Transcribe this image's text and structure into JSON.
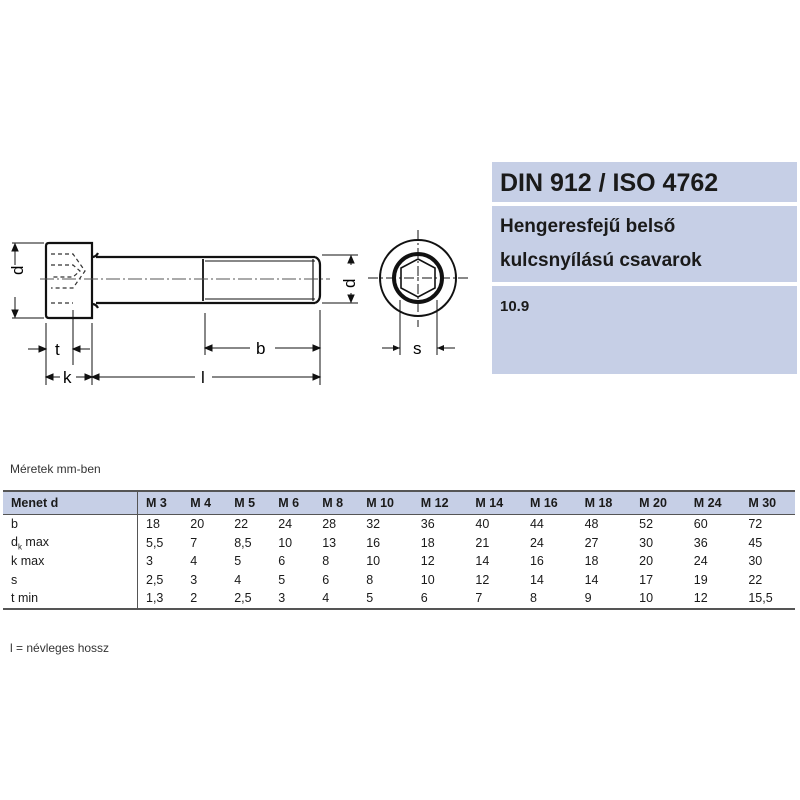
{
  "title_block": {
    "standard": "DIN 912 / ISO 4762",
    "description_line1": "Hengeresfejű belső",
    "description_line2": "kulcsnyílású csavarok",
    "strength_class": "10.9",
    "background_color": "#c6cfe6"
  },
  "drawing": {
    "labels": {
      "dk": "d",
      "dk_sub": "k",
      "d": "d",
      "t": "t",
      "k": "k",
      "b": "b",
      "l": "l",
      "s": "s"
    }
  },
  "caption": "Méretek mm-ben",
  "table": {
    "header_label": "Menet d",
    "columns": [
      "M 3",
      "M 4",
      "M 5",
      "M 6",
      "M 8",
      "M 10",
      "M 12",
      "M 14",
      "M 16",
      "M 18",
      "M 20",
      "M 24",
      "M 30"
    ],
    "rows": [
      {
        "label": "b",
        "label_sub": "",
        "label_suffix": "",
        "values": [
          "18",
          "20",
          "22",
          "24",
          "28",
          "32",
          "36",
          "40",
          "44",
          "48",
          "52",
          "60",
          "72"
        ]
      },
      {
        "label": "d",
        "label_sub": "k",
        "label_suffix": " max",
        "values": [
          "5,5",
          "7",
          "8,5",
          "10",
          "13",
          "16",
          "18",
          "21",
          "24",
          "27",
          "30",
          "36",
          "45"
        ]
      },
      {
        "label": "k max",
        "label_sub": "",
        "label_suffix": "",
        "values": [
          "3",
          "4",
          "5",
          "6",
          "8",
          "10",
          "12",
          "14",
          "16",
          "18",
          "20",
          "24",
          "30"
        ]
      },
      {
        "label": "s",
        "label_sub": "",
        "label_suffix": "",
        "values": [
          "2,5",
          "3",
          "4",
          "5",
          "6",
          "8",
          "10",
          "12",
          "14",
          "14",
          "17",
          "19",
          "22"
        ]
      },
      {
        "label": "t min",
        "label_sub": "",
        "label_suffix": "",
        "values": [
          "1,3",
          "2",
          "2,5",
          "3",
          "4",
          "5",
          "6",
          "7",
          "8",
          "9",
          "10",
          "12",
          "15,5"
        ]
      }
    ]
  },
  "note": "l = névleges hossz"
}
